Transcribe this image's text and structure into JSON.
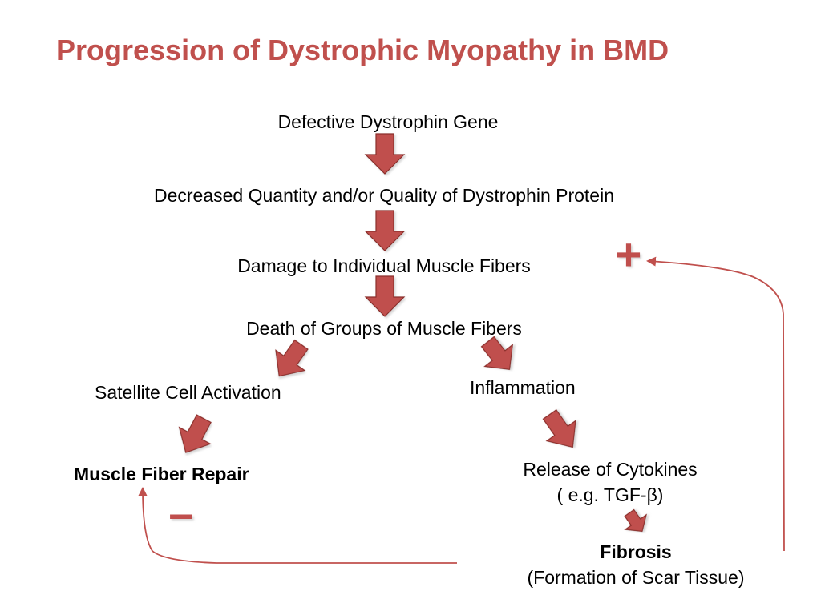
{
  "title": "Progression of Dystrophic Myopathy in BMD",
  "nodes": {
    "gene": "Defective Dystrophin Gene",
    "protein": "Decreased Quantity and/or Quality of Dystrophin Protein",
    "damage": "Damage to Individual Muscle Fibers",
    "death": "Death of Groups of Muscle Fibers",
    "satellite": "Satellite Cell Activation",
    "inflammation": "Inflammation",
    "repair": "Muscle Fiber Repair",
    "cytokines_line1": "Release of Cytokines",
    "cytokines_line2": "( e.g. TGF-β)",
    "fibrosis_line1": "Fibrosis",
    "fibrosis_line2": "(Formation of Scar Tissue)"
  },
  "feedback": {
    "positive_sign": "+",
    "negative_sign": "–"
  },
  "colors": {
    "title": "#c0504d",
    "arrow_fill": "#c0504d",
    "arrow_stroke": "#8b2f2c",
    "feedback_line": "#c0504d",
    "sign": "#c0504d"
  }
}
